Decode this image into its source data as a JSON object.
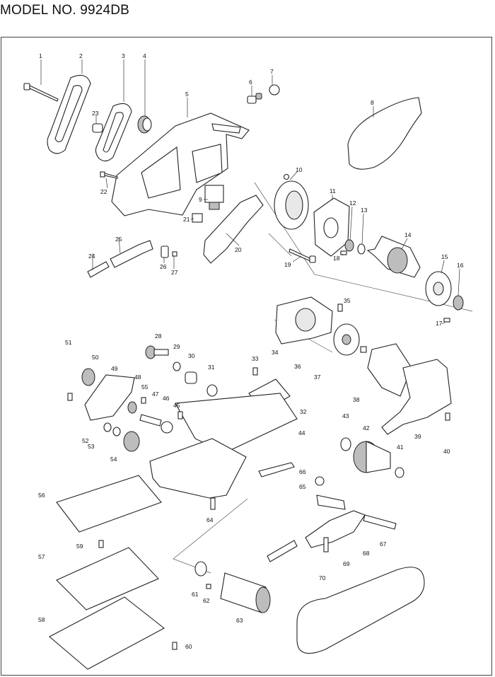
{
  "title": "MODEL NO. 9924DB",
  "part_numbers": [
    "1",
    "2",
    "3",
    "4",
    "5",
    "6",
    "7",
    "8",
    "9",
    "10",
    "11",
    "12",
    "13",
    "14",
    "15",
    "16",
    "17",
    "18",
    "19",
    "20",
    "21",
    "22",
    "23",
    "24",
    "25",
    "26",
    "27",
    "28",
    "29",
    "30",
    "31",
    "32",
    "33",
    "34",
    "35",
    "36",
    "37",
    "38",
    "39",
    "40",
    "41",
    "42",
    "43",
    "44",
    "45",
    "46",
    "47",
    "48",
    "49",
    "50",
    "51",
    "52",
    "53",
    "54",
    "55",
    "56",
    "57",
    "58",
    "59",
    "60",
    "61",
    "62",
    "63",
    "64",
    "65",
    "66",
    "67",
    "68",
    "69",
    "70"
  ]
}
